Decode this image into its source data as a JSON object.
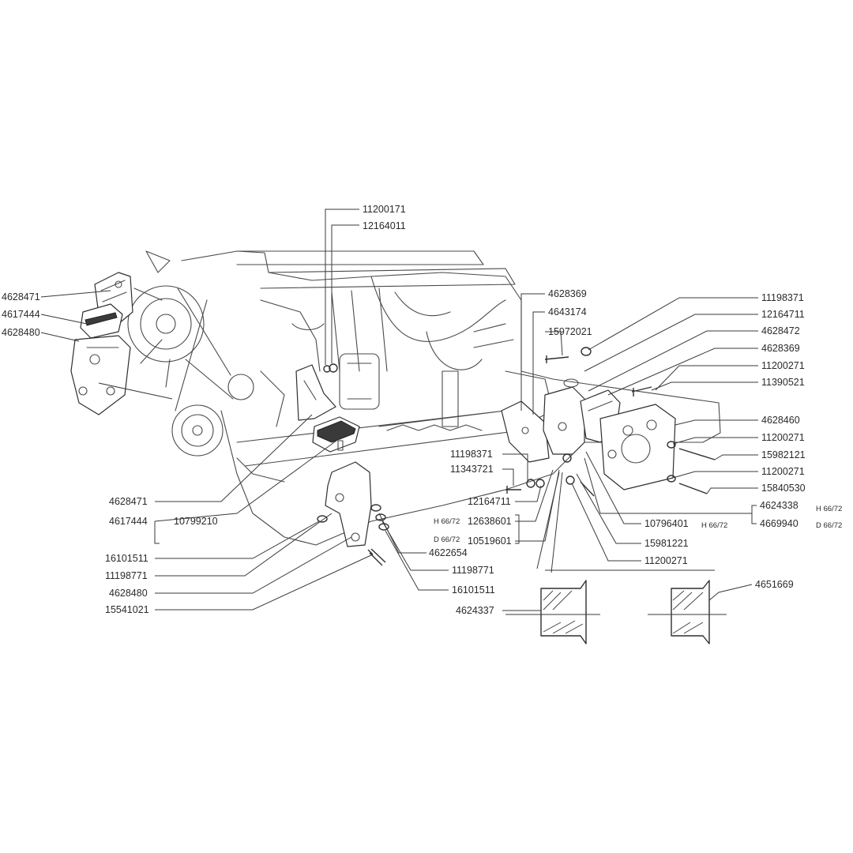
{
  "labels": [
    {
      "id": "lbl-11200171-top",
      "text": "11200171"
    },
    {
      "id": "lbl-12164011",
      "text": "12164011"
    },
    {
      "id": "lbl-4628471-left",
      "text": "4628471"
    },
    {
      "id": "lbl-4617444-left",
      "text": "4617444"
    },
    {
      "id": "lbl-4628480-left",
      "text": "4628480"
    },
    {
      "id": "lbl-4628471-mid",
      "text": "4628471"
    },
    {
      "id": "lbl-4617444-mid",
      "text": "4617444"
    },
    {
      "id": "lbl-10799210",
      "text": "10799210"
    },
    {
      "id": "lbl-16101511-a",
      "text": "16101511"
    },
    {
      "id": "lbl-11198771-a",
      "text": "11198771"
    },
    {
      "id": "lbl-4628480-mid",
      "text": "4628480"
    },
    {
      "id": "lbl-15541021",
      "text": "15541021"
    },
    {
      "id": "lbl-4628369-a",
      "text": "4628369"
    },
    {
      "id": "lbl-4643174",
      "text": "4643174"
    },
    {
      "id": "lbl-15972021",
      "text": "15972021"
    },
    {
      "id": "lbl-11198371-a",
      "text": "11198371"
    },
    {
      "id": "lbl-11343721",
      "text": "11343721"
    },
    {
      "id": "lbl-12164711-a",
      "text": "12164711"
    },
    {
      "id": "lbl-12638601",
      "text": "12638601"
    },
    {
      "id": "lbl-10519601",
      "text": "10519601"
    },
    {
      "id": "lbl-4622654",
      "text": "4622654"
    },
    {
      "id": "lbl-11198771-b",
      "text": "11198771"
    },
    {
      "id": "lbl-16101511-b",
      "text": "16101511"
    },
    {
      "id": "lbl-11198371-b",
      "text": "11198371"
    },
    {
      "id": "lbl-12164711-b",
      "text": "12164711"
    },
    {
      "id": "lbl-4628472",
      "text": "4628472"
    },
    {
      "id": "lbl-4628369-b",
      "text": "4628369"
    },
    {
      "id": "lbl-11200271-a",
      "text": "11200271"
    },
    {
      "id": "lbl-11390521",
      "text": "11390521"
    },
    {
      "id": "lbl-4628460",
      "text": "4628460"
    },
    {
      "id": "lbl-11200271-b",
      "text": "11200271"
    },
    {
      "id": "lbl-15982121",
      "text": "15982121"
    },
    {
      "id": "lbl-11200271-c",
      "text": "11200271"
    },
    {
      "id": "lbl-15840530",
      "text": "15840530"
    },
    {
      "id": "lbl-4624338",
      "text": "4624338"
    },
    {
      "id": "lbl-4669940",
      "text": "4669940"
    },
    {
      "id": "lbl-10796401",
      "text": "10796401"
    },
    {
      "id": "lbl-15981221",
      "text": "15981221"
    },
    {
      "id": "lbl-11200271-d",
      "text": "11200271"
    },
    {
      "id": "lbl-4651669",
      "text": "4651669"
    },
    {
      "id": "lbl-4624337",
      "text": "4624337"
    }
  ],
  "notes": [
    {
      "id": "note-h6672-left",
      "text": "H 66/72"
    },
    {
      "id": "note-d6672-left",
      "text": "D 66/72"
    },
    {
      "id": "note-h6672-right",
      "text": "H 66/72"
    },
    {
      "id": "note-d6672-right",
      "text": "D 66/72"
    },
    {
      "id": "note-h6672-10796401",
      "text": "H 66/72"
    }
  ]
}
